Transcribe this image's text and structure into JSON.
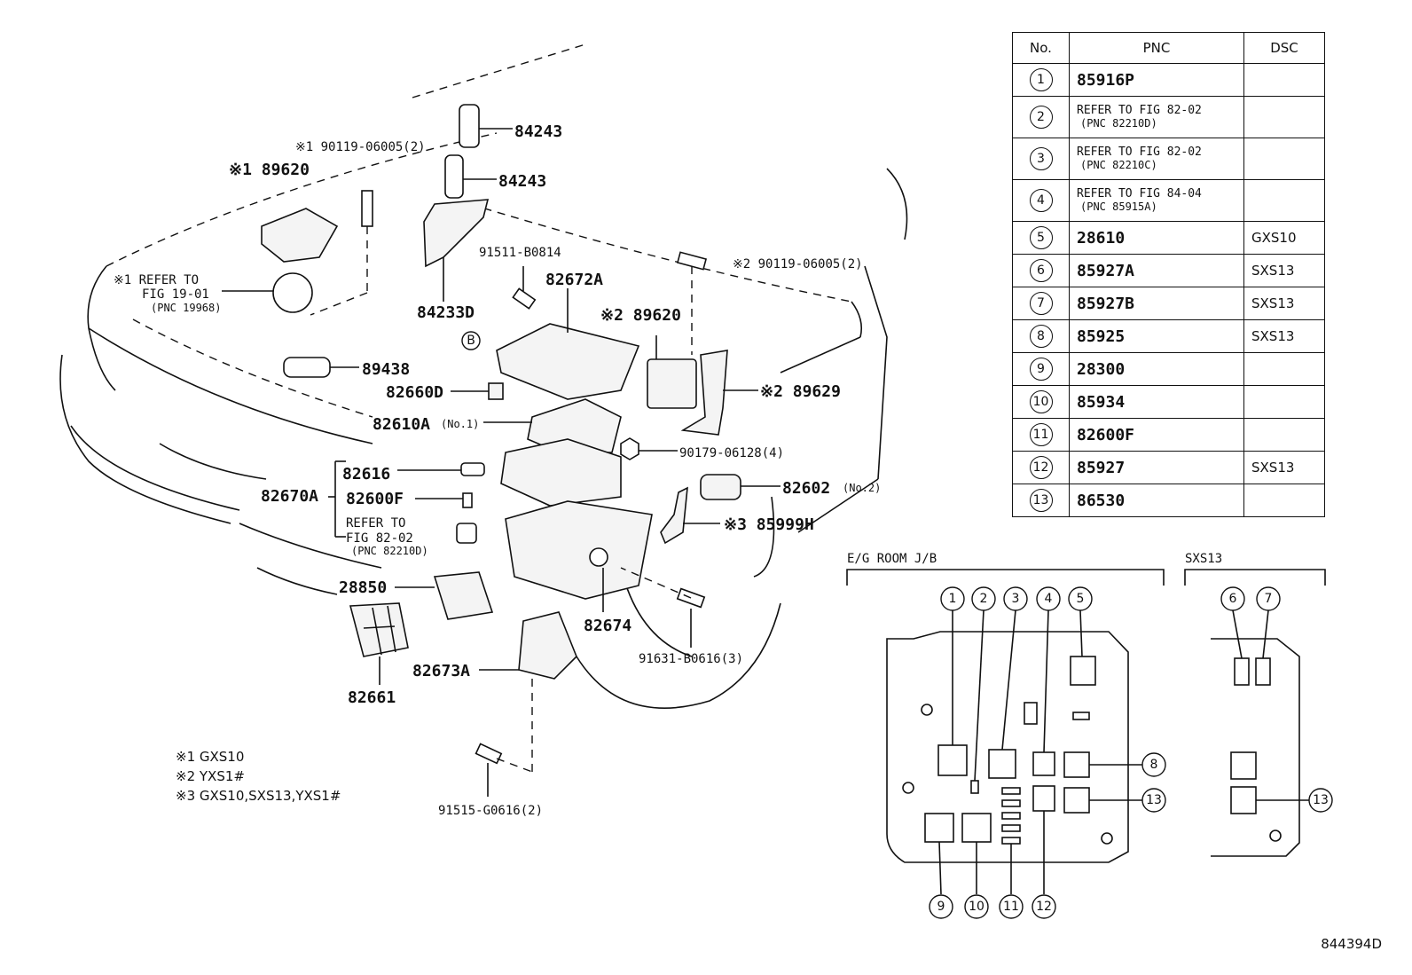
{
  "table": {
    "headers": [
      "No.",
      "PNC",
      "DSC"
    ],
    "rows": [
      {
        "no": "1",
        "pnc": "85916P",
        "pnc_ref": "",
        "dsc": ""
      },
      {
        "no": "2",
        "pnc": "REFER TO FIG 82-02",
        "pnc_ref": "(PNC 82210D)",
        "dsc": ""
      },
      {
        "no": "3",
        "pnc": "REFER TO FIG 82-02",
        "pnc_ref": "(PNC 82210C)",
        "dsc": ""
      },
      {
        "no": "4",
        "pnc": "REFER TO FIG 84-04",
        "pnc_ref": "(PNC 85915A)",
        "dsc": ""
      },
      {
        "no": "5",
        "pnc": "28610",
        "pnc_ref": "",
        "dsc": "GXS10"
      },
      {
        "no": "6",
        "pnc": "85927A",
        "pnc_ref": "",
        "dsc": "SXS13"
      },
      {
        "no": "7",
        "pnc": "85927B",
        "pnc_ref": "",
        "dsc": "SXS13"
      },
      {
        "no": "8",
        "pnc": "85925",
        "pnc_ref": "",
        "dsc": "SXS13"
      },
      {
        "no": "9",
        "pnc": "28300",
        "pnc_ref": "",
        "dsc": ""
      },
      {
        "no": "10",
        "pnc": "85934",
        "pnc_ref": "",
        "dsc": ""
      },
      {
        "no": "11",
        "pnc": "82600F",
        "pnc_ref": "",
        "dsc": ""
      },
      {
        "no": "12",
        "pnc": "85927",
        "pnc_ref": "",
        "dsc": "SXS13"
      },
      {
        "no": "13",
        "pnc": "86530",
        "pnc_ref": "",
        "dsc": ""
      }
    ]
  },
  "parts": {
    "p84243a": "84243",
    "p84243b": "84243",
    "p90119a": "※1 90119-06005(2)",
    "p89620a": "※1 89620",
    "p91511": "91511-B0814",
    "p84233d": "84233D",
    "p82672a": "82672A",
    "p90119b": "※2 90119-06005(2)",
    "refer1901_1": "※1 REFER TO",
    "refer1901_2": "FIG 19-01",
    "refer1901_3": "(PNC 19968)",
    "circleB": "B",
    "p89620b": "※2 89620",
    "p89438": "89438",
    "p82660d": "82660D",
    "p89629": "※2 89629",
    "p82610a": "82610A",
    "p82610a_sub": "(No.1)",
    "p90179": "90179-06128(4)",
    "p82616": "82616",
    "p82670a": "82670A",
    "p82600f": "82600F",
    "p82602": "82602",
    "p82602_sub": "(No.2)",
    "refer8202_1": "REFER TO",
    "refer8202_2": "FIG 82-02",
    "refer8202_3": "(PNC 82210D)",
    "p85999h": "※3 85999H",
    "p28850": "28850",
    "p82674": "82674",
    "p91631": "91631-B0616(3)",
    "p82673a": "82673A",
    "p82661": "82661",
    "p91515": "91515-G0616(2)"
  },
  "views": {
    "eg_room": "E/G ROOM J/B",
    "sxs13": "SXS13"
  },
  "notes": [
    "※1 GXS10",
    "※2 YXS1#",
    "※3 GXS10,SXS13,YXS1#"
  ],
  "figure_id": "844394D"
}
